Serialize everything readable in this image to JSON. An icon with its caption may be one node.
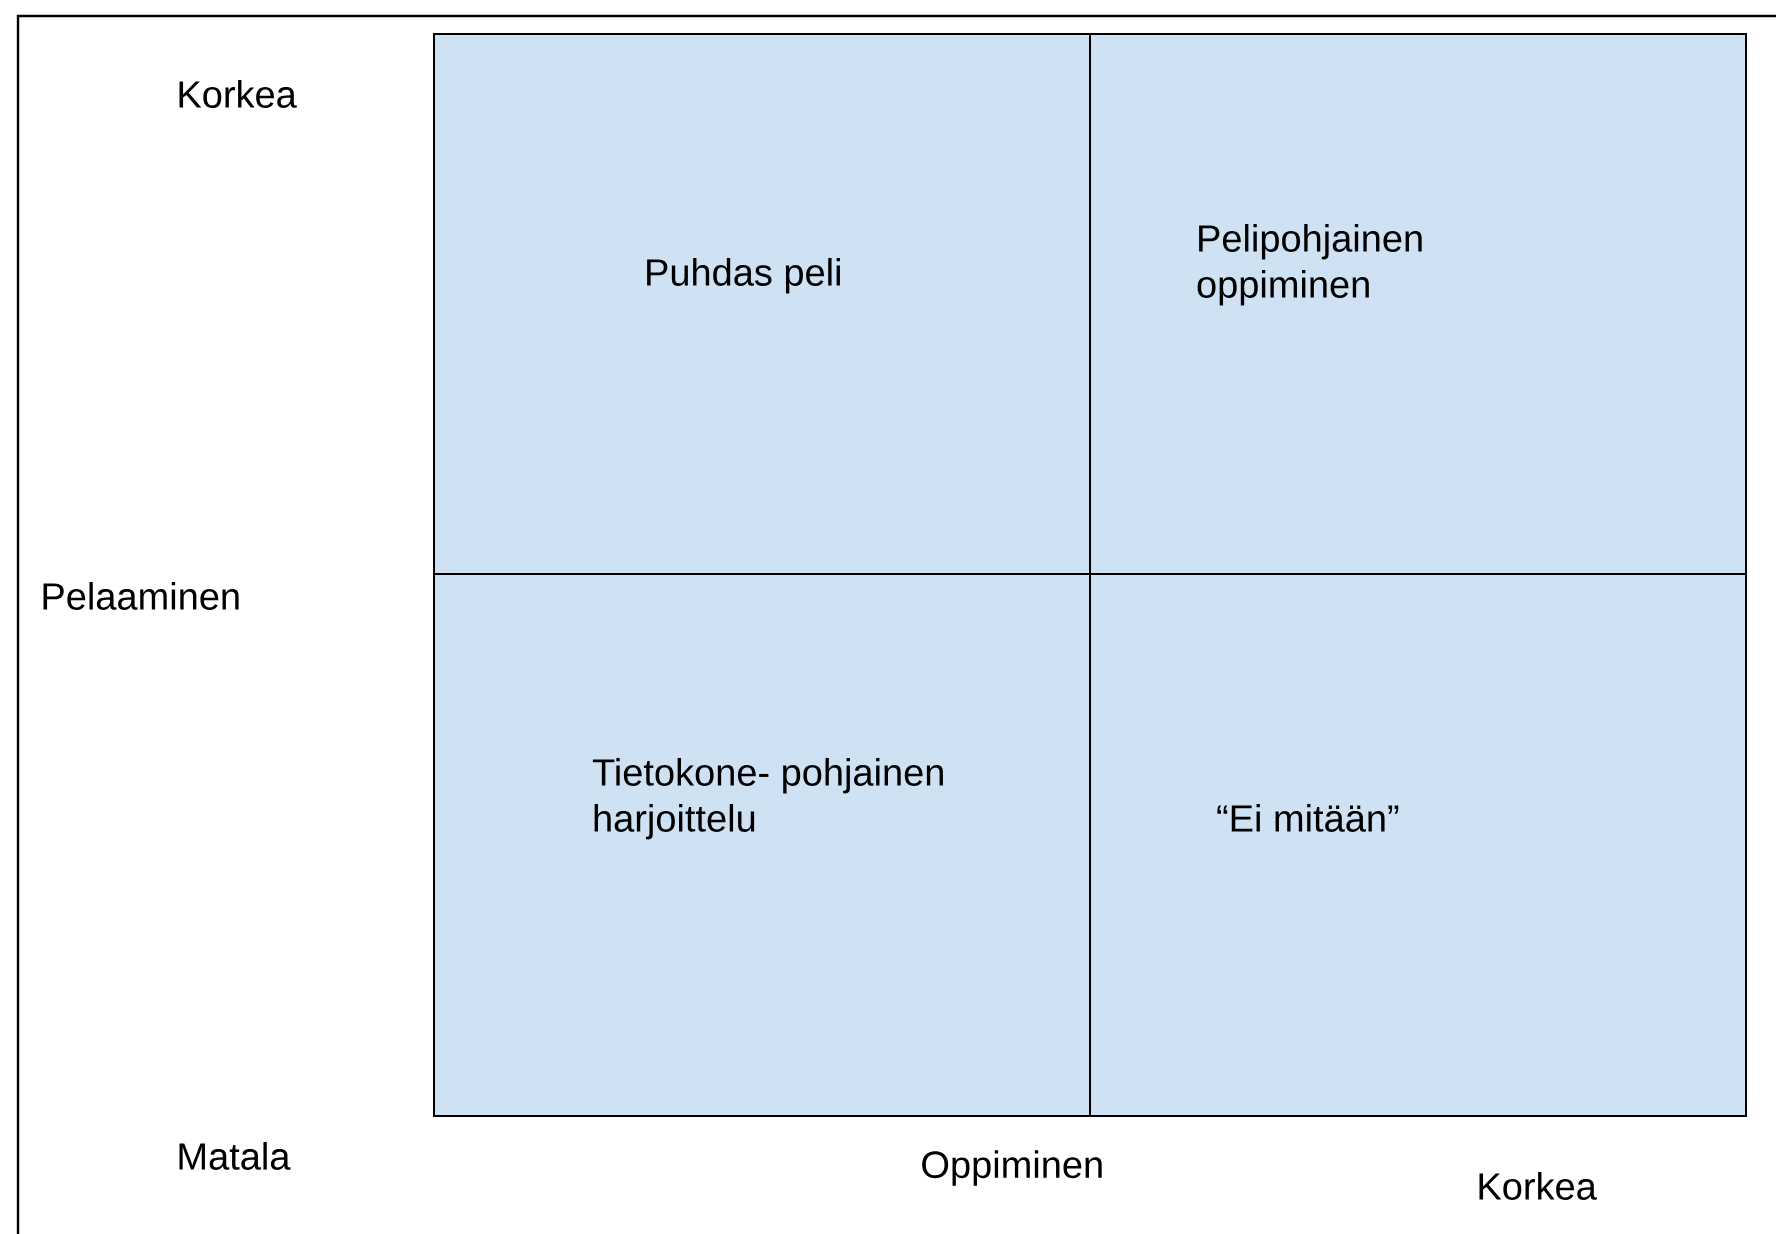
{
  "diagram": {
    "nodes": [
      {
        "text": [
          "Puhdas peli"
        ]
      },
      {
        "text": [
          "Pelipohjainen oppiminen"
        ]
      },
      {
        "text": [
          "Tietokone- pohjainen harjoittelu"
        ]
      },
      {
        "text": [
          "“Ei mitään”"
        ]
      }
    ],
    "labels": [
      "Korkea",
      "Pelaaminen",
      "Matala",
      "Oppiminen",
      "Korkea"
    ]
  }
}
